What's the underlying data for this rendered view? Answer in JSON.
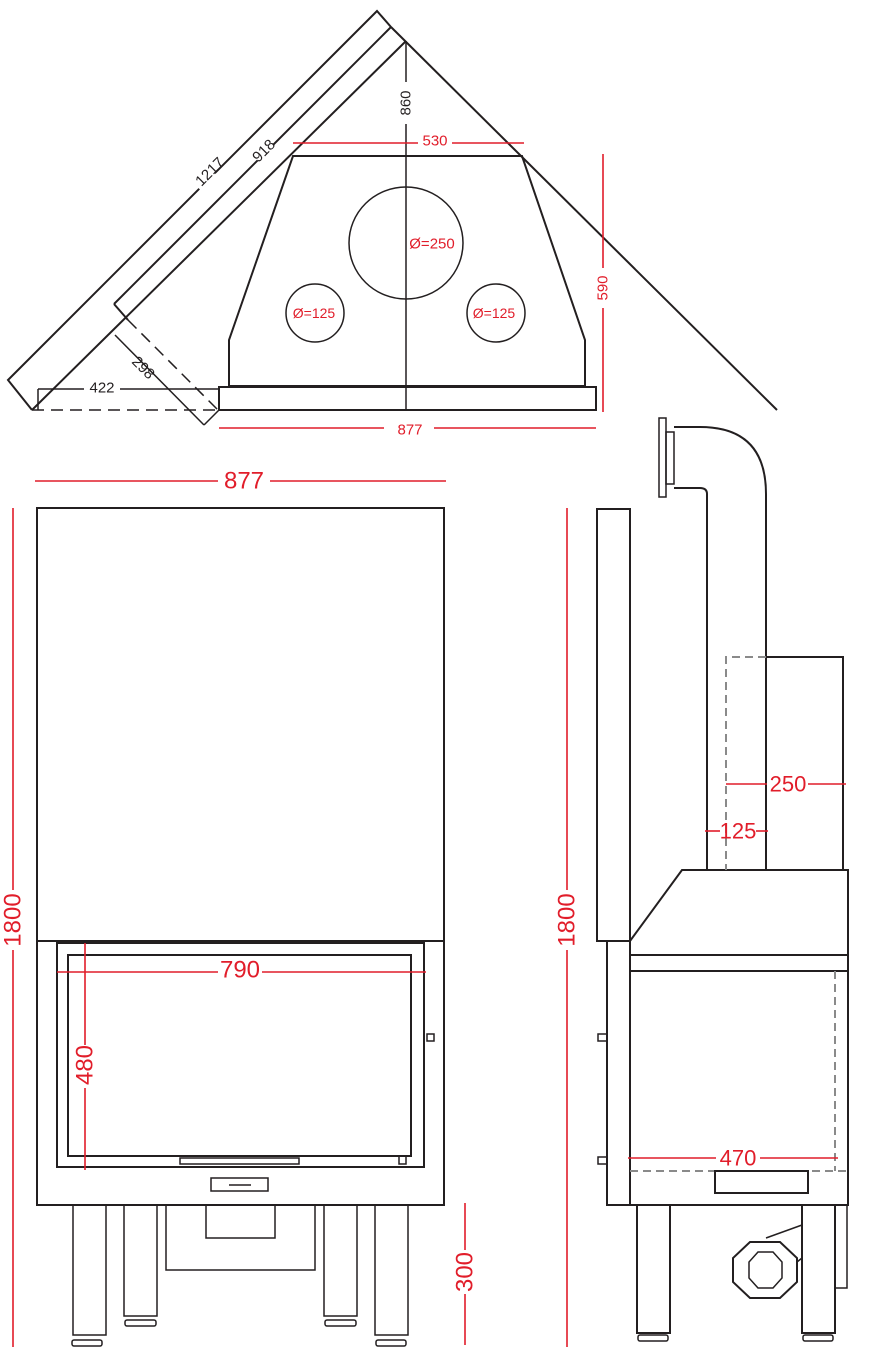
{
  "colors": {
    "line": "#231f20",
    "dimension": "#e11d2a",
    "hidden": "#8a8a8a"
  },
  "top_view": {
    "dim_1217": "1217",
    "dim_918": "918",
    "dim_860": "860",
    "dim_530": "530",
    "dim_590": "590",
    "dim_298": "298",
    "dim_422": "422",
    "dim_877": "877",
    "flue_main": "Ø=250",
    "flue_left": "Ø=125",
    "flue_right": "Ø=125"
  },
  "front_view": {
    "width": "877",
    "height": "1800",
    "glass_width": "790",
    "glass_height": "480",
    "leg_height": "300"
  },
  "side_view": {
    "height": "1800",
    "flue_outer": "250",
    "flue_inner": "125",
    "depth": "470"
  }
}
